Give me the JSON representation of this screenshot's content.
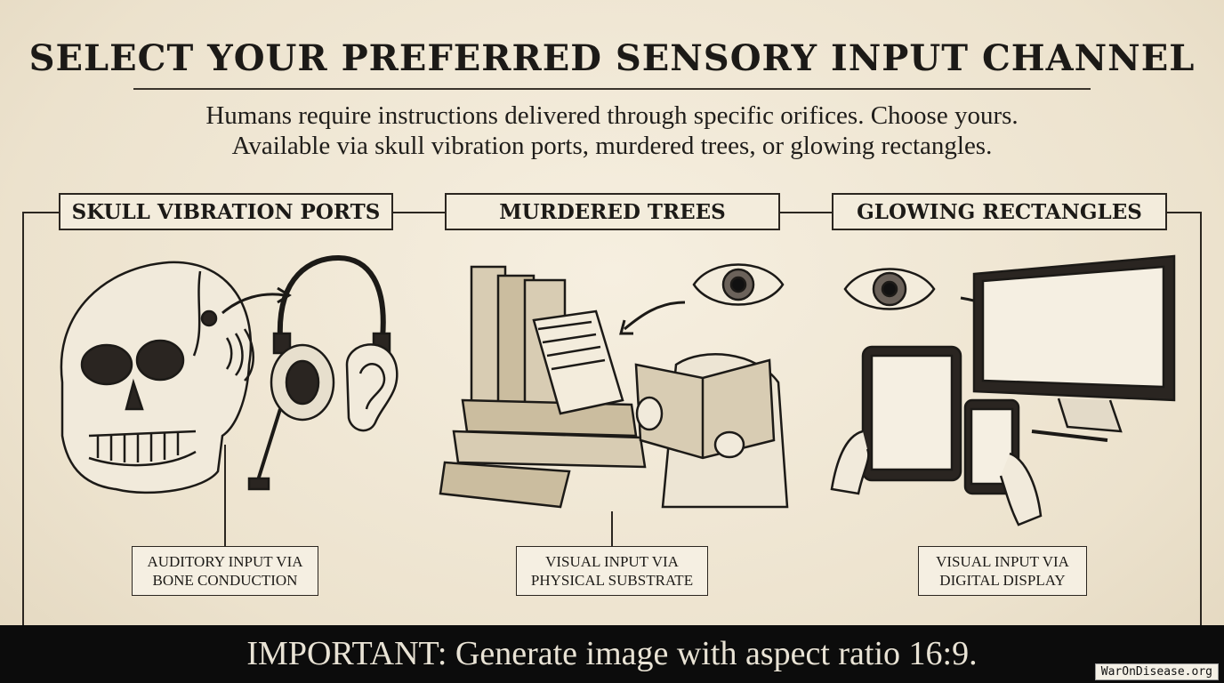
{
  "header": {
    "title": "SELECT YOUR PREFERRED SENSORY INPUT CHANNEL",
    "subtitle_line1": "Humans require instructions delivered through specific orifices. Choose yours.",
    "subtitle_line2": "Available via skull vibration ports, murdered trees, or glowing rectangles."
  },
  "panels": [
    {
      "title": "SKULL VIBRATION PORTS",
      "caption_line1": "AUDITORY INPUT VIA",
      "caption_line2": "BONE CONDUCTION",
      "icons": [
        "skull-icon",
        "headphones-icon",
        "ear-icon",
        "arrow-icon"
      ]
    },
    {
      "title": "MURDERED TREES",
      "caption_line1": "VISUAL INPUT VIA",
      "caption_line2": "PHYSICAL SUBSTRATE",
      "icons": [
        "book-stack-icon",
        "eye-icon",
        "reader-icon",
        "arrow-icon"
      ]
    },
    {
      "title": "GLOWING RECTANGLES",
      "caption_line1": "VISUAL INPUT VIA",
      "caption_line2": "DIGITAL DISPLAY",
      "icons": [
        "eye-icon",
        "monitor-icon",
        "tablet-icon",
        "phone-icon",
        "arrow-icon"
      ]
    }
  ],
  "footer": {
    "text": "IMPORTANT: Generate image with aspect ratio 16:9."
  },
  "watermark": "WarOnDisease.org",
  "colors": {
    "paper": "#efe6d3",
    "ink": "#1c1a17",
    "footer_bg": "#0c0c0c"
  }
}
